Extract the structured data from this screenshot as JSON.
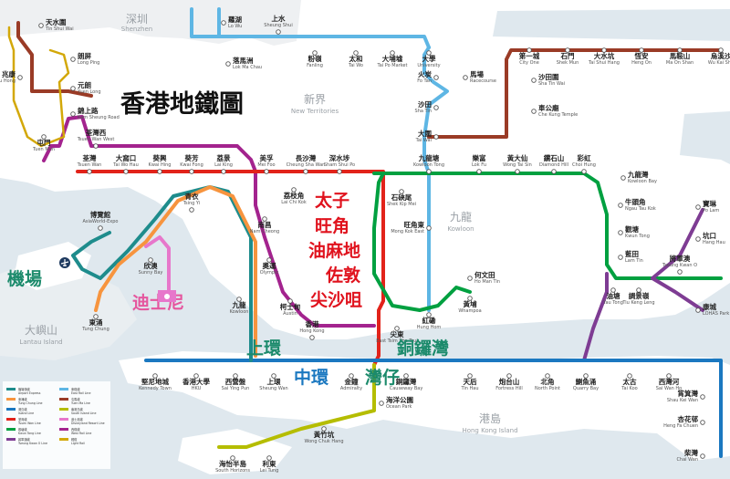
{
  "title": "香港地鐵圖",
  "regions": {
    "shenzhen_zh": "深圳",
    "shenzhen_en": "Shenzhen",
    "nt_zh": "新界",
    "nt_en": "New Territories",
    "kowloon_zh": "九龍",
    "kowloon_en": "Kowloon",
    "hki_zh": "港島",
    "hki_en": "Hong Kong Island",
    "lantau_zh": "大嶼山",
    "lantau_en": "Lantau Island"
  },
  "highlights": {
    "tsz": "太子",
    "mk": "旺角",
    "ymt": "油麻地",
    "jor": "佐敦",
    "tst": "尖沙咀",
    "airport": "機場",
    "disney": "迪士尼",
    "sheungwan": "上環",
    "central": "中環",
    "wanchai": "灣仔",
    "cwb": "銅鑼灣"
  },
  "stations": {
    "tsw": {
      "zh": "天水圍",
      "en": "Tin Shui Wai"
    },
    "siuhong": {
      "zh": "兆康",
      "en": "Siu Hong"
    },
    "longping": {
      "zh": "朗屏",
      "en": "Long Ping"
    },
    "yuenlong": {
      "zh": "元朗",
      "en": "Yuen Long"
    },
    "ksr": {
      "zh": "錦上路",
      "en": "Kam Sheung Road"
    },
    "tuenmun": {
      "zh": "屯門",
      "en": "Tuen Mun"
    },
    "tww": {
      "zh": "荃灣西",
      "en": "Tsuen Wan West"
    },
    "lowu": {
      "zh": "羅湖",
      "en": "Lo Wu"
    },
    "lmc": {
      "zh": "落馬洲",
      "en": "Lok Ma Chau"
    },
    "sheungshui": {
      "zh": "上水",
      "en": "Sheung Shui"
    },
    "fanling": {
      "zh": "粉嶺",
      "en": "Fanling"
    },
    "taiwo": {
      "zh": "太和",
      "en": "Tai Wo"
    },
    "tpm": {
      "zh": "大埔墟",
      "en": "Tai Po Market"
    },
    "university": {
      "zh": "大學",
      "en": "University"
    },
    "racecourse": {
      "zh": "馬場",
      "en": "Racecourse"
    },
    "fotan": {
      "zh": "火炭",
      "en": "Fo Tan"
    },
    "shatin": {
      "zh": "沙田",
      "en": "Sha Tin"
    },
    "taiwai": {
      "zh": "大圍",
      "en": "Tai Wai"
    },
    "citywall": {
      "zh": "車公廟",
      "en": "Che Kung Temple"
    },
    "shatinwai": {
      "zh": "沙田圍",
      "en": "Sha Tin Wai"
    },
    "cityone": {
      "zh": "第一城",
      "en": "City One"
    },
    "shekmun": {
      "zh": "石門",
      "en": "Shek Mun"
    },
    "taishuihang": {
      "zh": "大水坑",
      "en": "Tai Shui Hang"
    },
    "hengon": {
      "zh": "恆安",
      "en": "Heng On"
    },
    "maonshan": {
      "zh": "馬鞍山",
      "en": "Ma On Shan"
    },
    "wukaisha": {
      "zh": "烏溪沙",
      "en": "Wu Kai Sha"
    },
    "tsuenwan": {
      "zh": "荃灣",
      "en": "Tsuen Wan"
    },
    "taiwohau": {
      "zh": "大窩口",
      "en": "Tai Wo Hau"
    },
    "kwaihing": {
      "zh": "葵興",
      "en": "Kwai Hing"
    },
    "kwaifong": {
      "zh": "葵芳",
      "en": "Kwai Fong"
    },
    "laiking": {
      "zh": "荔景",
      "en": "Lai King"
    },
    "meifoo": {
      "zh": "美孚",
      "en": "Mei Foo"
    },
    "csw": {
      "zh": "長沙灣",
      "en": "Cheung Sha Wan"
    },
    "ssp": {
      "zh": "深水埗",
      "en": "Sham Shui Po"
    },
    "laichikok": {
      "zh": "荔枝角",
      "en": "Lai Chi Kok"
    },
    "kowloontong": {
      "zh": "九龍塘",
      "en": "Kowloon Tong"
    },
    "lokfu": {
      "zh": "樂富",
      "en": "Lok Fu"
    },
    "wongtaisin": {
      "zh": "黃大仙",
      "en": "Wong Tai Sin"
    },
    "diamondhill": {
      "zh": "鑽石山",
      "en": "Diamond Hill"
    },
    "choihung": {
      "zh": "彩虹",
      "en": "Choi Hung"
    },
    "kowloonbay": {
      "zh": "九龍灣",
      "en": "Kowloon Bay"
    },
    "ngautaukok": {
      "zh": "牛頭角",
      "en": "Ngau Tau Kok"
    },
    "kwuntong": {
      "zh": "觀塘",
      "en": "Kwun Tong"
    },
    "lamtin": {
      "zh": "藍田",
      "en": "Lam Tin"
    },
    "yautong": {
      "zh": "油塘",
      "en": "Yau Tong"
    },
    "tkl": {
      "zh": "調景嶺",
      "en": "Tiu Keng Leng"
    },
    "tko": {
      "zh": "將軍澳",
      "en": "Tseung Kwan O"
    },
    "polam": {
      "zh": "寶琳",
      "en": "Po Lam"
    },
    "hanghau": {
      "zh": "坑口",
      "en": "Hang Hau"
    },
    "lohaspark": {
      "zh": "康城",
      "en": "LOHAS Park"
    },
    "shekkipmei": {
      "zh": "石硤尾",
      "en": "Shek Kip Mei"
    },
    "mongkokeast": {
      "zh": "旺角東",
      "en": "Mong Kok East"
    },
    "hohmantin": {
      "zh": "何文田",
      "en": "Ho Man Tin"
    },
    "whampoa": {
      "zh": "黃埔",
      "en": "Whampoa"
    },
    "hunghom": {
      "zh": "紅磡",
      "en": "Hung Hom"
    },
    "tstEast": {
      "zh": "尖東",
      "en": "East Tsim Sha Tsui"
    },
    "tsingyi": {
      "zh": "青衣",
      "en": "Tsing Yi"
    },
    "namcheong": {
      "zh": "南昌",
      "en": "Nam Cheong"
    },
    "olympic": {
      "zh": "奧運",
      "en": "Olympic"
    },
    "kowloon": {
      "zh": "九龍",
      "en": "Kowloon"
    },
    "austin": {
      "zh": "柯士甸",
      "en": "Austin"
    },
    "hongkong": {
      "zh": "香港",
      "en": "Hong Kong"
    },
    "asiaworld": {
      "zh": "博覽館",
      "en": "AsiaWorld-Expo"
    },
    "sunnybay": {
      "zh": "欣澳",
      "en": "Sunny Bay"
    },
    "tungchung": {
      "zh": "東涌",
      "en": "Tung Chung"
    },
    "kennedytown": {
      "zh": "堅尼地城",
      "en": "Kennedy Town"
    },
    "hku": {
      "zh": "香港大學",
      "en": "HKU"
    },
    "saiyingpun": {
      "zh": "西營盤",
      "en": "Sai Ying Pun"
    },
    "sheungwan": {
      "zh": "上環",
      "en": "Sheung Wan"
    },
    "admiralty": {
      "zh": "金鐘",
      "en": "Admiralty"
    },
    "causewaybay": {
      "zh": "銅鑼灣",
      "en": "Causeway Bay"
    },
    "tinhau": {
      "zh": "天后",
      "en": "Tin Hau"
    },
    "fortresshill": {
      "zh": "炮台山",
      "en": "Fortress Hill"
    },
    "northpoint": {
      "zh": "北角",
      "en": "North Point"
    },
    "quarrybay": {
      "zh": "鰂魚涌",
      "en": "Quarry Bay"
    },
    "taikoo": {
      "zh": "太古",
      "en": "Tai Koo"
    },
    "saiwanho": {
      "zh": "西灣河",
      "en": "Sai Wan Ho"
    },
    "skw": {
      "zh": "筲箕灣",
      "en": "Shau Kei Wan"
    },
    "hengfachuen": {
      "zh": "杏花邨",
      "en": "Heng Fa Chuen"
    },
    "chaiwan": {
      "zh": "柴灣",
      "en": "Chai Wan"
    },
    "oceanpark": {
      "zh": "海洋公園",
      "en": "Ocean Park"
    },
    "wch": {
      "zh": "黃竹坑",
      "en": "Wong Chuk Hang"
    },
    "leitung": {
      "zh": "利東",
      "en": "Lei Tung"
    },
    "southhorizons": {
      "zh": "海怡半島",
      "en": "South Horizons"
    }
  },
  "legend": [
    {
      "zh": "機場快綫",
      "en": "Airport Express",
      "color": "#1e8c8c"
    },
    {
      "zh": "東涌綫",
      "en": "Tung Chung Line",
      "color": "#f7943e"
    },
    {
      "zh": "港島綫",
      "en": "Island Line",
      "color": "#1b78c0"
    },
    {
      "zh": "荃灣綫",
      "en": "Tsuen Wan Line",
      "color": "#e2231a"
    },
    {
      "zh": "觀塘綫",
      "en": "Kwun Tong Line",
      "color": "#00a040"
    },
    {
      "zh": "將軍澳綫",
      "en": "Tseung Kwan O Line",
      "color": "#7e3c93"
    },
    {
      "zh": "東鐵綫",
      "en": "East Rail Line",
      "color": "#5eb6e4"
    },
    {
      "zh": "屯馬綫",
      "en": "Tuen Ma Line",
      "color": "#9a3b26"
    },
    {
      "zh": "南港島綫",
      "en": "South Island Line",
      "color": "#b5bd00"
    },
    {
      "zh": "迪士尼綫",
      "en": "Disneyland Resort Line",
      "color": "#e777cb"
    },
    {
      "zh": "西鐵綫",
      "en": "West Rail Line",
      "color": "#a3238e"
    },
    {
      "zh": "輕鐵",
      "en": "Light Rail",
      "color": "#d3a809"
    }
  ],
  "colors": {
    "water": "#dfe8ee",
    "land": "#ffffff",
    "lantau": "#e9eef1",
    "airport_express": "#1e8c8c",
    "tung_chung": "#f7943e",
    "island": "#1b78c0",
    "tsuen_wan": "#e2231a",
    "kwun_tong": "#00a040",
    "tko": "#7e3c93",
    "east_rail": "#5eb6e4",
    "tuen_ma": "#9a3b26",
    "south_island": "#b5bd00",
    "disney": "#e777cb",
    "west_rail": "#a3238e",
    "light_rail": "#d3a809"
  }
}
